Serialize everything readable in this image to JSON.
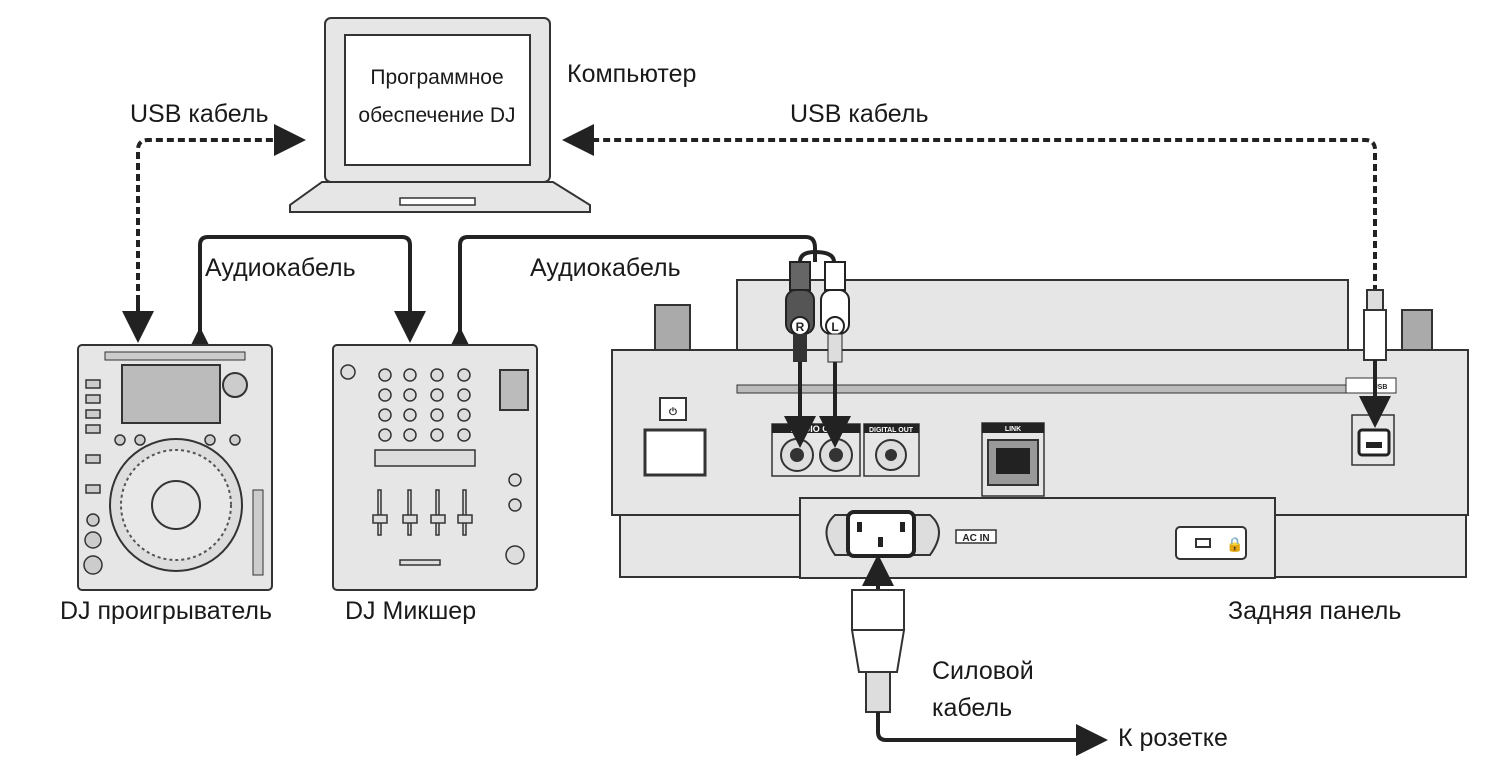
{
  "computer": {
    "label": "Компьютер",
    "screen_line1": "Программное",
    "screen_line2": "обеспечение DJ"
  },
  "cables": {
    "usb_left": "USB кабель",
    "usb_right": "USB кабель",
    "audio_left": "Аудиокабель",
    "audio_right": "Аудиокабель",
    "power_line1": "Силовой",
    "power_line2": "кабель",
    "outlet": "К розетке"
  },
  "devices": {
    "player": "DJ проигрыватель",
    "mixer": "DJ Микшер",
    "rear_panel": "Задняя панель"
  },
  "panel_labels": {
    "audio_out": "AUDIO OUT",
    "digital_out": "DIGITAL OUT",
    "link": "LINK",
    "ac_in": "AC IN",
    "usb": "USB",
    "rca_r": "R",
    "rca_l": "L"
  }
}
